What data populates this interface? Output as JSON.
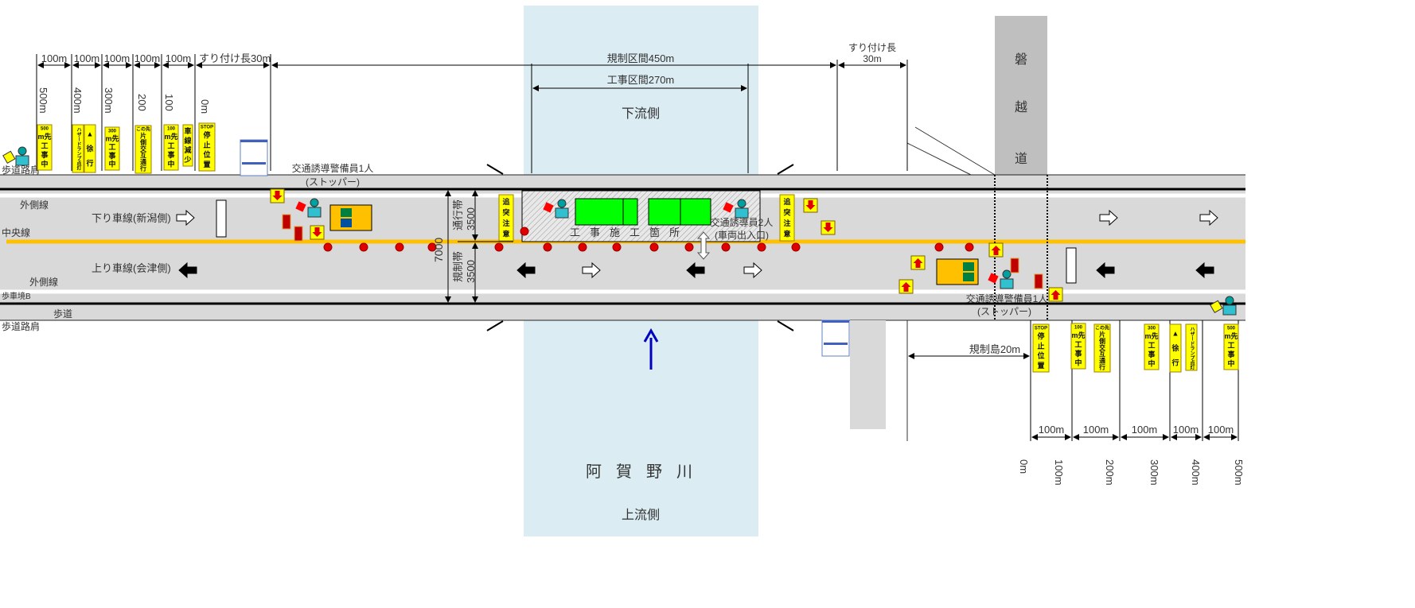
{
  "top_dims": {
    "segments": [
      "100m",
      "100m",
      "100m",
      "100m",
      "100m"
    ],
    "taper": "すり付け長30m",
    "regulation_section": "規制区間450m",
    "work_section": "工事区間270m",
    "taper_right_1": "すり付け長",
    "taper_right_2": "30m",
    "distances": [
      "500m",
      "400m",
      "300m",
      "200",
      "100",
      "0m"
    ]
  },
  "bottom_dims": {
    "segments": [
      "100m",
      "100m",
      "100m",
      "100m",
      "100m"
    ],
    "distances": [
      "0m",
      "100m",
      "200m",
      "300m",
      "400m",
      "500m"
    ],
    "island": "規制島20m"
  },
  "labels": {
    "shoulder_top": "歩道路肩",
    "shoulder_bottom": "歩道路肩",
    "outer_line_top": "外側線",
    "down_lane": "下り車線(新潟側)",
    "center_line": "中央線",
    "up_lane": "上り車線(会津側)",
    "outer_line_bottom": "外側線",
    "curb_b": "歩車境B",
    "sidewalk": "歩道",
    "downstream": "下流側",
    "upstream": "上流側",
    "river": "阿賀野川",
    "expressway": [
      "磐",
      "越",
      "道"
    ],
    "work_site": "工事施工箇所",
    "guard_left_1": "交通誘導警備員1人",
    "guard_left_2": "(ストッパー)",
    "guard_mid_1": "交通誘導員2人",
    "guard_mid_2": "(車両出入口)",
    "guard_right_1": "交通誘導警備員1人",
    "guard_right_2": "(ストッパー)",
    "total_width": "7000",
    "travel_lane": "通行帯",
    "travel_width": "3500",
    "reg_lane": "規制帯",
    "reg_width": "3500"
  },
  "signs": {
    "s500": [
      "500",
      "m先",
      "工",
      "事",
      "中"
    ],
    "hazard": [
      "ハザードランプ点灯"
    ],
    "slow": [
      "▲",
      "徐",
      "行"
    ],
    "s300": [
      "300",
      "m先",
      "工",
      "事",
      "中"
    ],
    "alternate": [
      "この先",
      "片",
      "側",
      "交",
      "互",
      "通",
      "行"
    ],
    "s100": [
      "100",
      "m先",
      "工",
      "事",
      "中"
    ],
    "lane_reduce": [
      "車",
      "線",
      "減",
      "少"
    ],
    "stop": [
      "STOP",
      "停",
      "止",
      "位",
      "置"
    ],
    "rear_end": [
      "追",
      "突",
      "注",
      "意"
    ]
  },
  "colors": {
    "river": "#dbecf2",
    "road": "#d9d9d9",
    "center": "#ffc000",
    "sign": "#ffff00",
    "truck": "#00ff00",
    "cone": "#e00000"
  }
}
